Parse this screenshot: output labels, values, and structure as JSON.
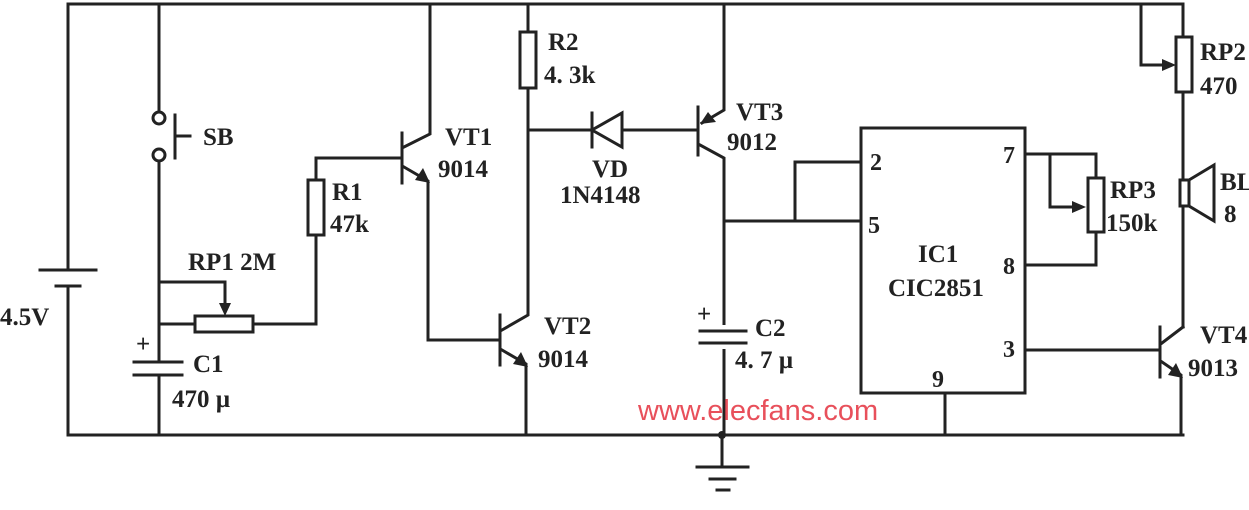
{
  "battery": {
    "label": "4.5V"
  },
  "switch": {
    "label": "SB"
  },
  "rp1": {
    "label": "RP1  2M"
  },
  "c1": {
    "name": "C1",
    "value": "470 µ",
    "polarity": "+"
  },
  "r1": {
    "name": "R1",
    "value": "47k"
  },
  "vt1": {
    "name": "VT1",
    "value": "9014"
  },
  "vt2": {
    "name": "VT2",
    "value": "9014"
  },
  "r2": {
    "name": "R2",
    "value": "4. 3k"
  },
  "vd": {
    "name": "VD",
    "value": "1N4148"
  },
  "vt3": {
    "name": "VT3",
    "value": "9012"
  },
  "c2": {
    "name": "C2",
    "value": "4. 7 µ",
    "polarity": "+"
  },
  "ic1": {
    "name": "IC1",
    "value": "CIC2851",
    "pins": {
      "p2": "2",
      "p5": "5",
      "p7": "7",
      "p8": "8",
      "p3": "3",
      "p9": "9"
    }
  },
  "rp3": {
    "name": "RP3",
    "value": "150k"
  },
  "rp2": {
    "name": "RP2",
    "value": "470"
  },
  "bl": {
    "name": "BL",
    "value": "8"
  },
  "vt4": {
    "name": "VT4",
    "value": "9013"
  },
  "watermark": {
    "text": "www.elecfans.com",
    "color": "#e8505b"
  }
}
